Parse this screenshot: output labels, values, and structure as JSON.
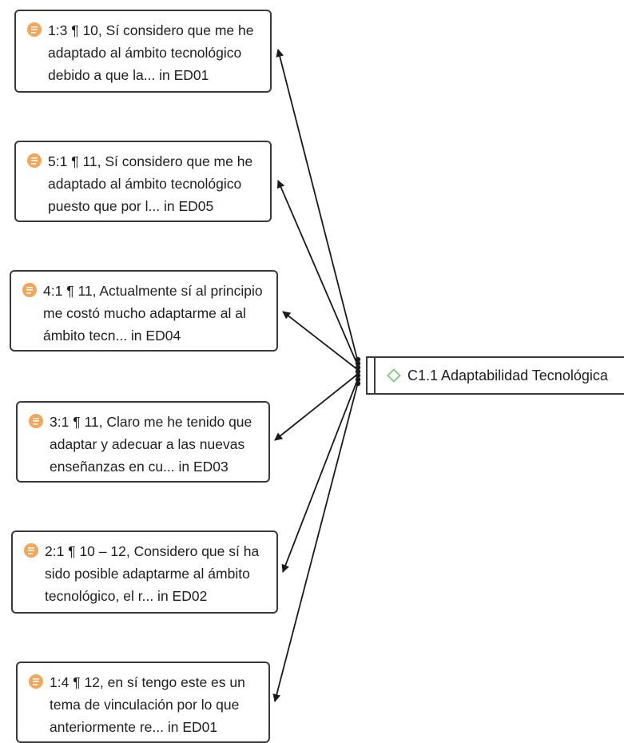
{
  "code": {
    "label": "C1.1 Adaptabilidad Tecnológica",
    "icon": "diamond-code-icon",
    "icon_color": "#7ac97a"
  },
  "quotations": [
    {
      "id": "q1",
      "text": "1:3 ¶ 10, Sí considero que me he\nadaptado al ámbito tecnológico\ndebido a que la... in ED01",
      "icon": "document-quote-icon"
    },
    {
      "id": "q2",
      "text": "5:1 ¶ 11, Sí considero que me he\nadaptado al ámbito tecnológico\npuesto que por l... in ED05",
      "icon": "document-quote-icon"
    },
    {
      "id": "q3",
      "text": "4:1 ¶ 11, Actualmente sí al principio\nme costó mucho adaptarme al al\námbito tecn... in ED04",
      "icon": "document-quote-icon"
    },
    {
      "id": "q4",
      "text": "3:1 ¶ 11, Claro me he tenido que\nadaptar y adecuar a las nuevas\nenseñanzas en cu... in ED03",
      "icon": "document-quote-icon"
    },
    {
      "id": "q5",
      "text": "2:1 ¶ 10 – 12, Considero que sí ha\nsido posible adaptarme al ámbito\ntecnológico, el r... in ED02",
      "icon": "document-quote-icon"
    },
    {
      "id": "q6",
      "text": "1:4 ¶ 12, en sí tengo este es un\ntema de vinculación por lo que\nanteriormente re... in ED01",
      "icon": "document-quote-icon"
    }
  ],
  "colors": {
    "quote_icon": "#f2a65a",
    "border": "#3a3a3a",
    "link": "#1a1a1a"
  }
}
